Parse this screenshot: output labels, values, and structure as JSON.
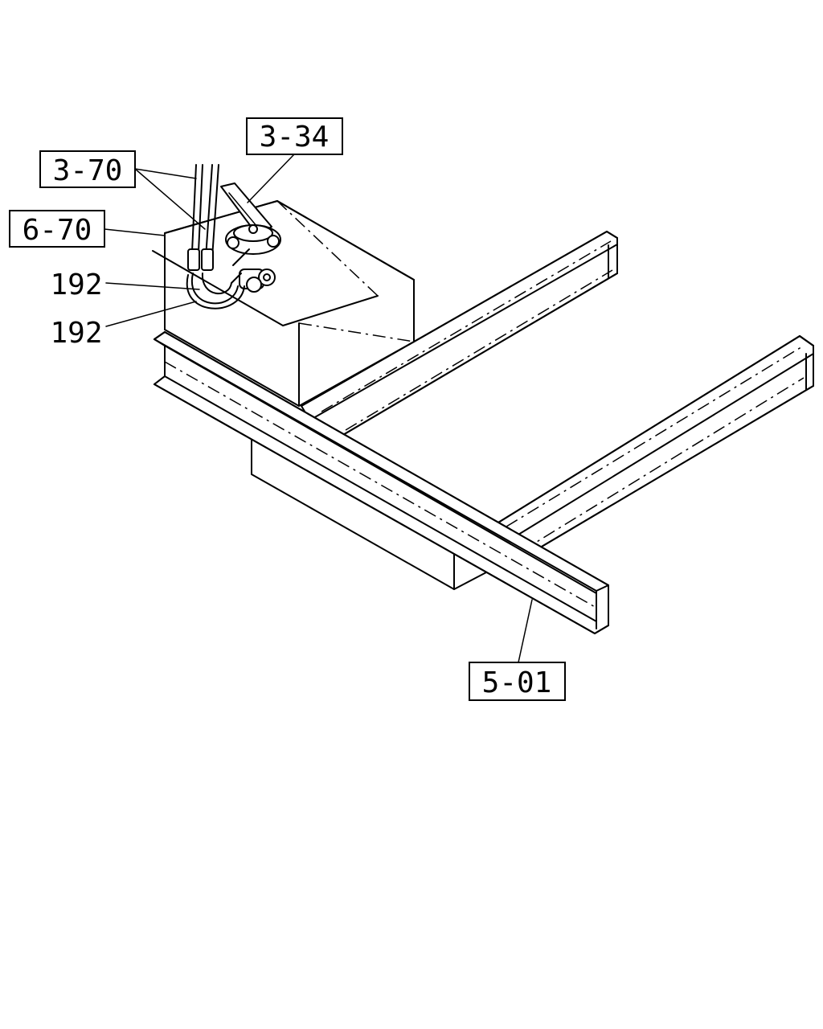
{
  "callouts": {
    "c_3_34": "3-34",
    "c_3_70": "3-70",
    "c_6_70": "6-70",
    "c_192_upper": "192",
    "c_192_lower": "192",
    "c_5_01": "5-01"
  },
  "colors": {
    "line": "#000000",
    "background": "#ffffff"
  }
}
